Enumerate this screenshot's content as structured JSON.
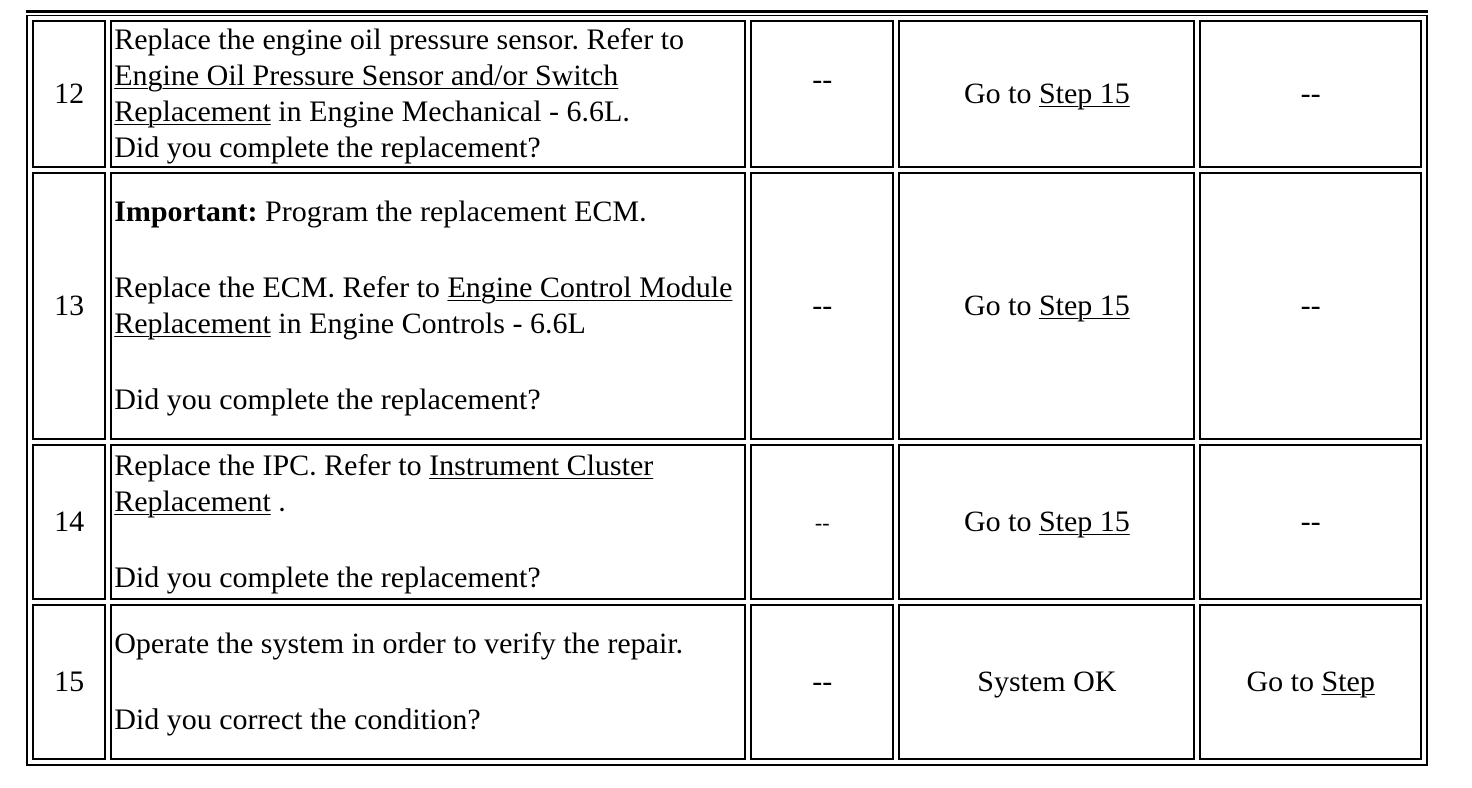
{
  "rows": [
    {
      "step": "12",
      "action_parts": [
        {
          "text": "Replace the engine oil pressure sensor. Refer to ",
          "style": "normal"
        },
        {
          "text": "Engine Oil Pressure Sensor and/or Switch Replacement",
          "style": "link"
        },
        {
          "text": " in Engine Mechanical - 6.6L.",
          "style": "normal"
        }
      ],
      "question": "Did you complete the replacement?",
      "value": "--",
      "yes_prefix": "Go to ",
      "yes_link": "Step 15",
      "no": "--"
    },
    {
      "step": "13",
      "important_label": "Important:",
      "important_text": " Program the replacement ECM.",
      "action_prefix": "Replace the ECM. Refer to ",
      "action_link": "Engine Control Module Replacement",
      "action_suffix": " in Engine Controls - 6.6L",
      "question": "Did you complete the replacement?",
      "value": "--",
      "yes_prefix": "Go to ",
      "yes_link": "Step 15",
      "no": "--"
    },
    {
      "step": "14",
      "action_prefix": "Replace the IPC. Refer to ",
      "action_link": "Instrument Cluster Replacement",
      "action_suffix": " .",
      "question": "Did you complete the replacement?",
      "value": "--",
      "yes_prefix": "Go to ",
      "yes_link": "Step 15",
      "no": "--"
    },
    {
      "step": "15",
      "action_text": "Operate the system in order to verify the repair.",
      "question": "Did you correct the condition?",
      "value": "--",
      "yes": "System OK",
      "no_prefix": "Go to ",
      "no_link": "Step"
    }
  ]
}
